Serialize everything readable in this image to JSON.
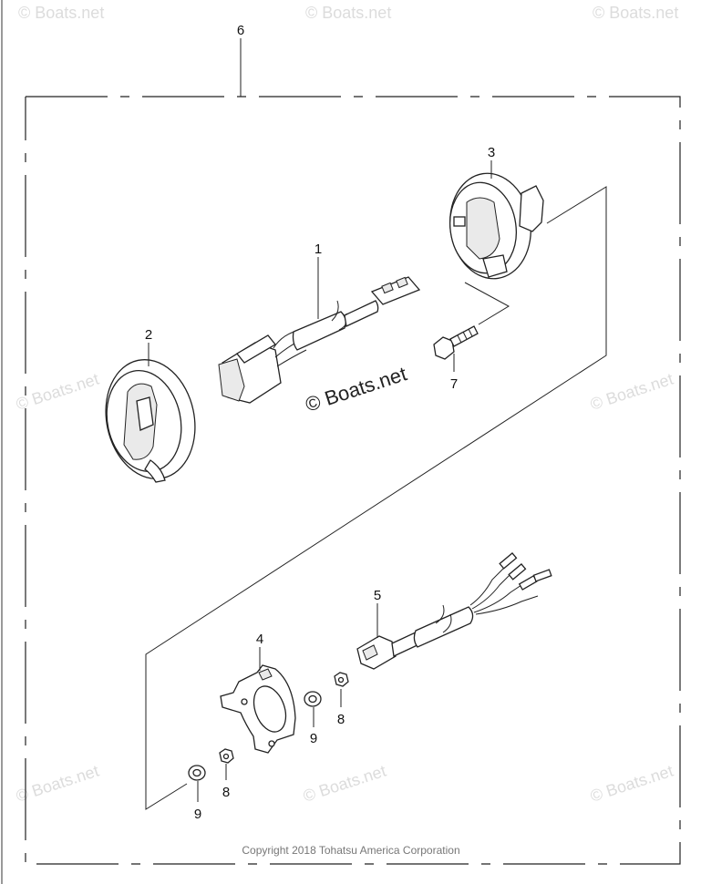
{
  "callouts": {
    "c1": "1",
    "c2": "2",
    "c3": "3",
    "c4": "4",
    "c5": "5",
    "c6": "6",
    "c7": "7",
    "c8a": "8",
    "c8b": "8",
    "c9a": "9",
    "c9b": "9"
  },
  "watermark": {
    "center": "© Boats.net",
    "tile": "© Boats.net"
  },
  "footer": {
    "copyright": "Copyright 2018 Tohatsu America Corporation"
  },
  "colors": {
    "line": "#222222",
    "watermark": "#dcdcdc",
    "background": "#ffffff"
  }
}
